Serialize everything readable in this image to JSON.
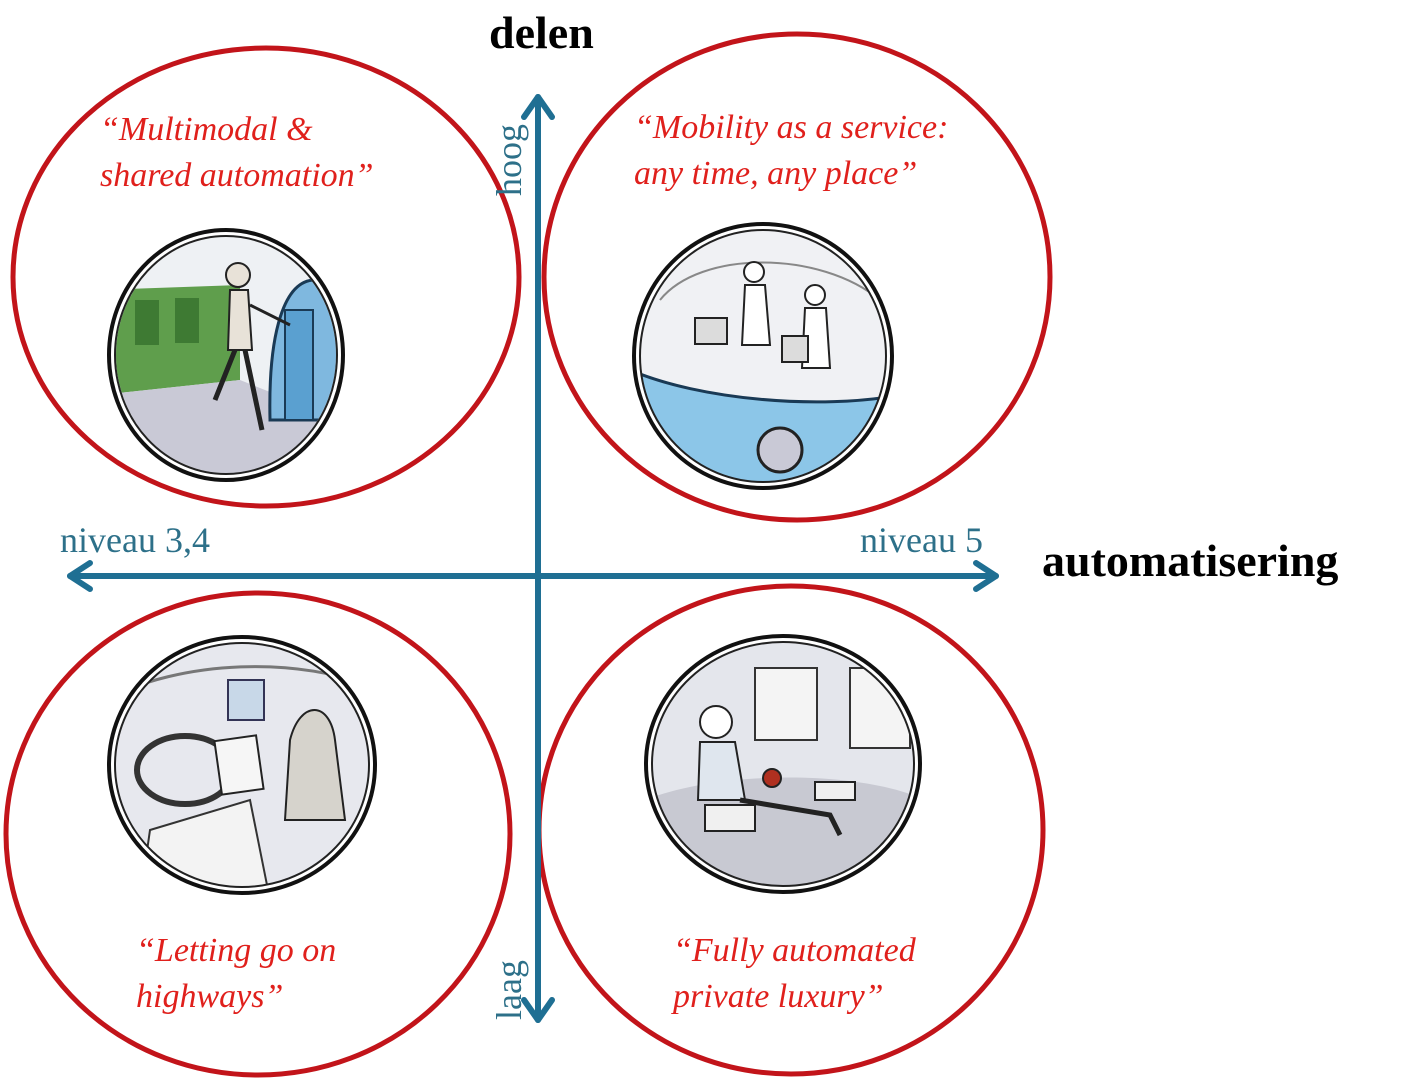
{
  "axes": {
    "vertical_title": "delen",
    "horizontal_title": "automatisering",
    "vertical_high": "hoog",
    "vertical_low": "laag",
    "horizontal_left": "niveau 3,4",
    "horizontal_right": "niveau 5"
  },
  "quadrants": {
    "top_left": {
      "line1": "“Multimodal &",
      "line2": "shared automation”",
      "scene": "person-walking-from-tram-to-shared-pod"
    },
    "top_right": {
      "line1": "“Mobility as a service:",
      "line2": "any time, any place”",
      "scene": "passengers-working-in-automated-vehicle"
    },
    "bottom_left": {
      "line1": "“Letting go on",
      "line2": "highways”",
      "scene": "driver-reading-behind-wheel"
    },
    "bottom_right": {
      "line1": "“Fully automated",
      "line2": "private luxury”",
      "scene": "relaxing-passenger-with-drink"
    }
  },
  "colors": {
    "axis": "#1f6f93",
    "axis_label": "#2d7089",
    "ring": "#c2141a",
    "quote": "#e0201c"
  }
}
